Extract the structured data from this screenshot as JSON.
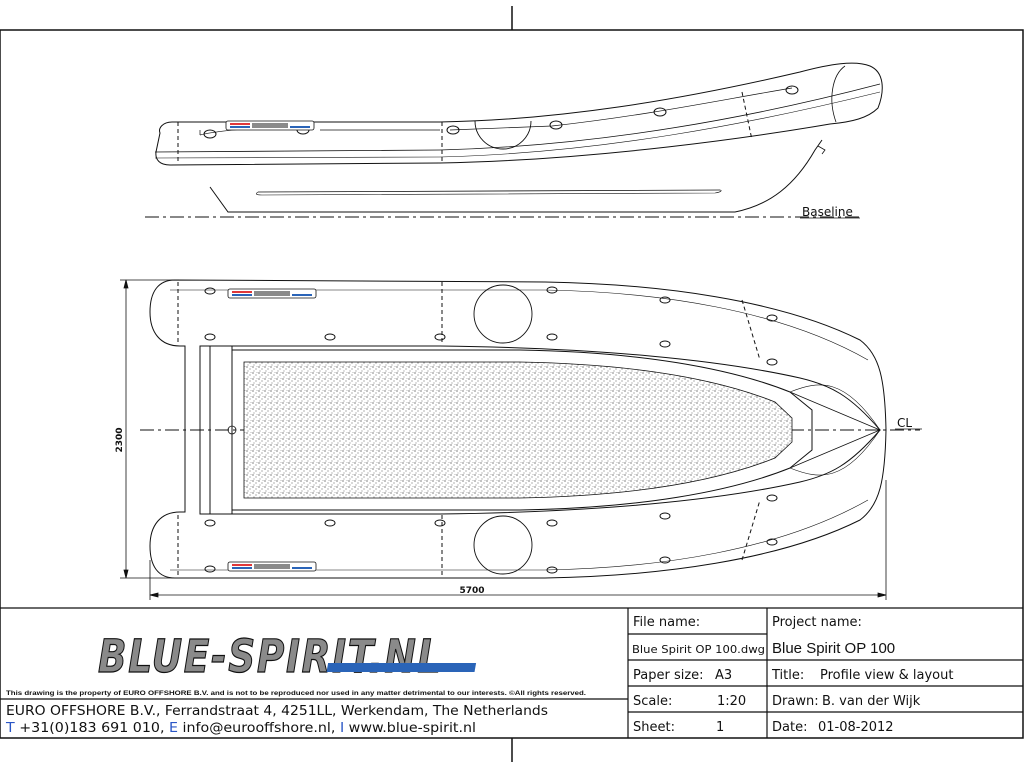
{
  "drawing": {
    "baseline_label": "Baseline",
    "centerline_label": "CL",
    "dimension_width": "2300",
    "dimension_length": "5700"
  },
  "title_block": {
    "logo_text": "BLUE-SPIRIT.NL",
    "disclaimer": "This drawing is the property of EURO OFFSHORE B.V. and is not to be reproduced nor used in any matter detrimental to our interests. ©All rights reserved.",
    "company_line": "EURO OFFSHORE B.V., Ferrandstraat 4, 4251LL, Werkendam, The Netherlands",
    "contact_prefix_t": "T",
    "contact_phone": " +31(0)183 691 010, ",
    "contact_prefix_e": "E",
    "contact_email": " info@eurooffshore.nl, ",
    "contact_prefix_i": "I",
    "contact_web": " www.blue-spirit.nl",
    "file_name_label": "File name:",
    "file_name_value": "Blue Spirit OP 100.dwg",
    "paper_size_label": "Paper size:",
    "paper_size_value": "A3",
    "scale_label": "Scale:",
    "scale_value": "1:20",
    "sheet_label": "Sheet:",
    "sheet_value": "1",
    "project_name_label": "Project name:",
    "project_name_value": "Blue Spirit OP 100",
    "title_label": "Title:",
    "title_value": "Profile view & layout",
    "drawn_label": "Drawn:",
    "drawn_value": "B. van der Wijk",
    "date_label": "Date:",
    "date_value": "01-08-2012"
  },
  "colors": {
    "logo_red": "#e0383a",
    "logo_blue": "#2a64b8",
    "logo_gray": "#8a8a8a",
    "accent_blue": "#2a56c6"
  }
}
